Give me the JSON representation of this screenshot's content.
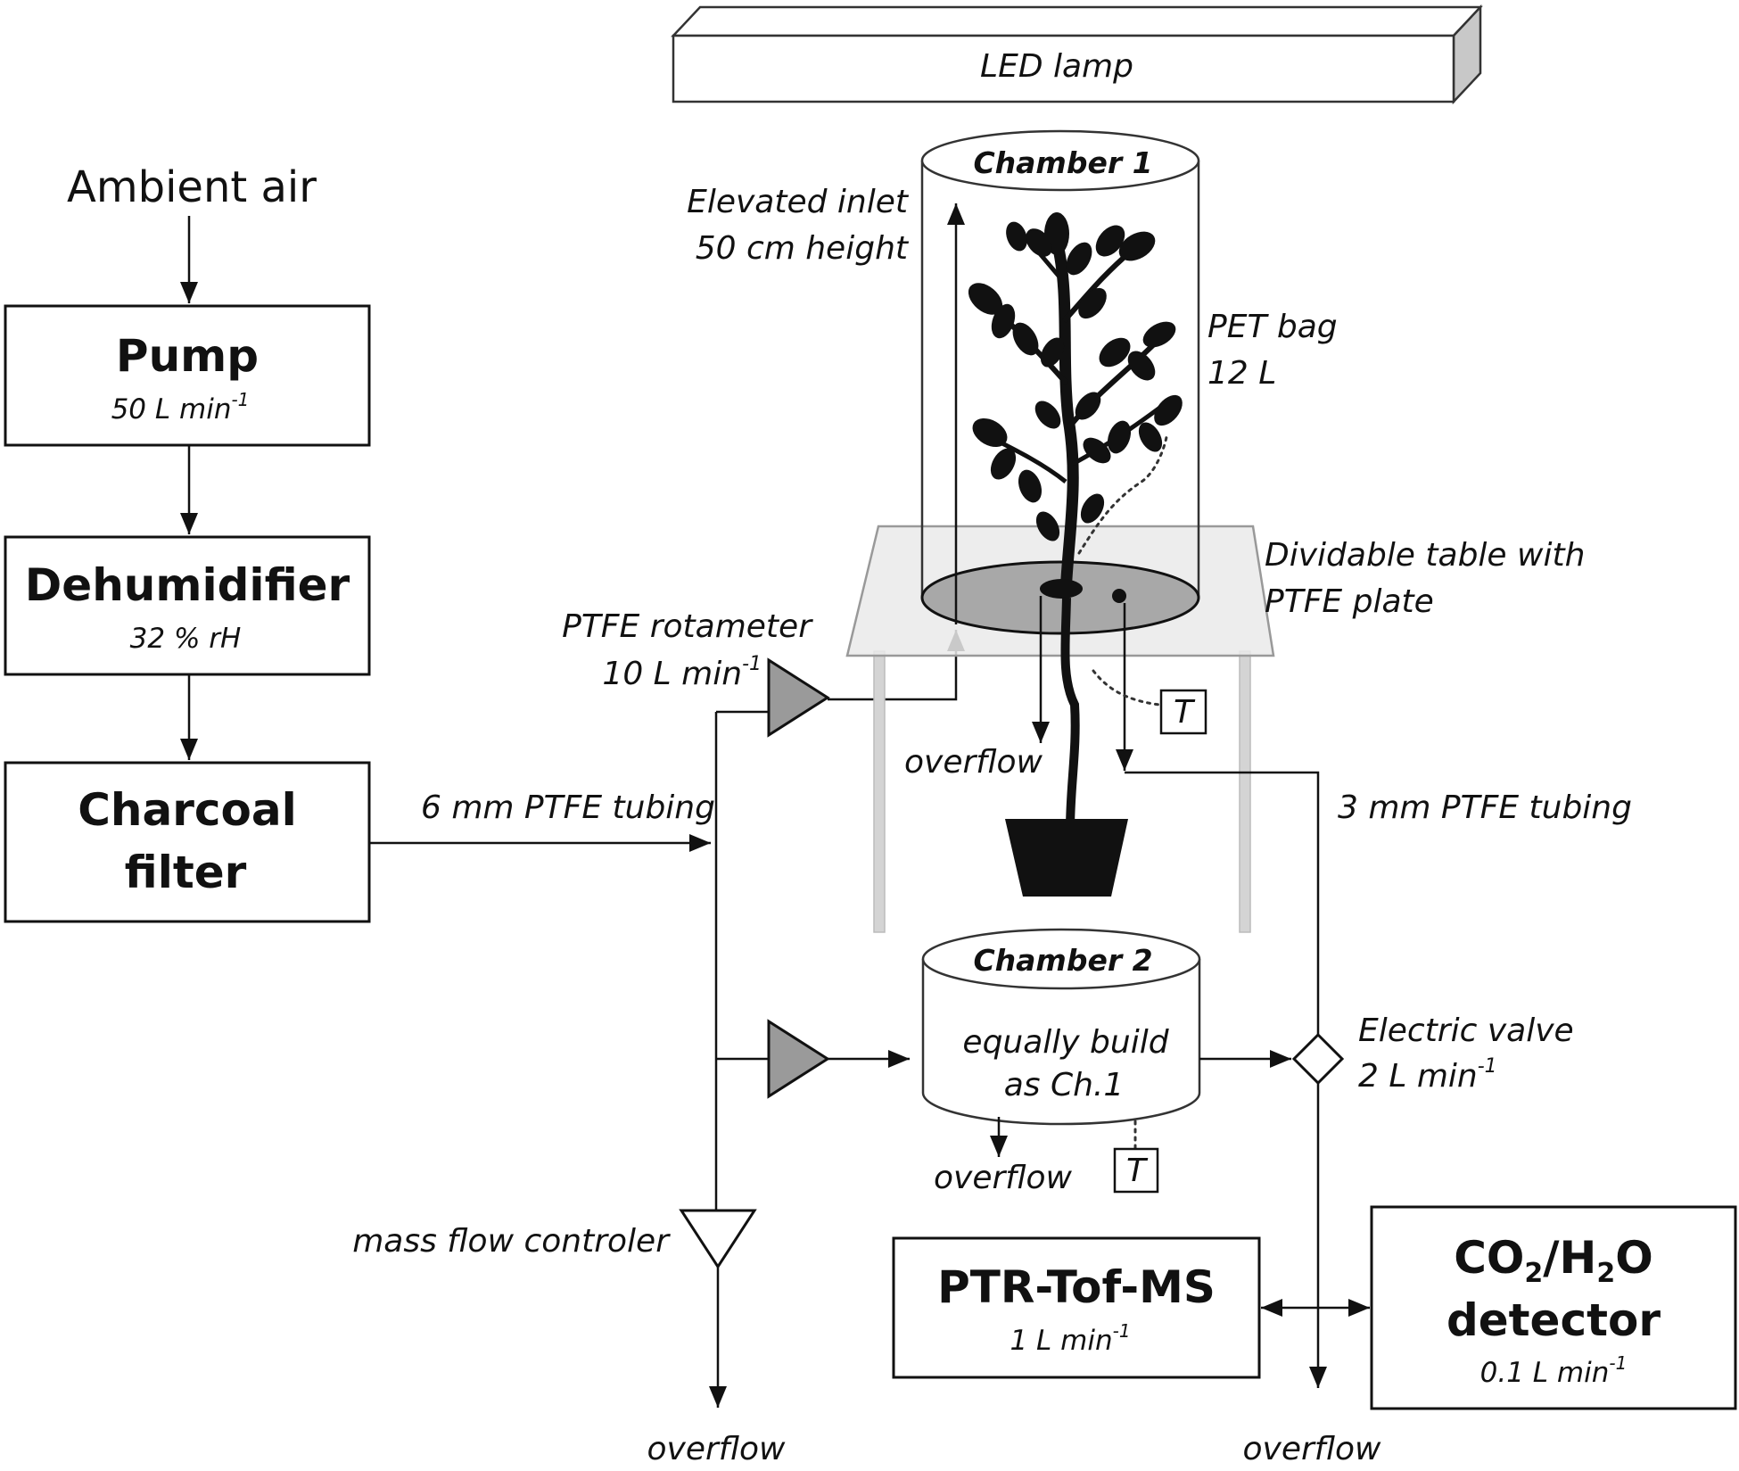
{
  "lamp": {
    "label": "LED lamp"
  },
  "source": {
    "label": "Ambient air"
  },
  "pump": {
    "title": "Pump",
    "rate": "50 L min",
    "exp": "-1"
  },
  "dehumidifier": {
    "title": "Dehumidifier",
    "rate": "32 % rH"
  },
  "charcoal": {
    "line1": "Charcoal",
    "line2": "filter"
  },
  "tubing6": {
    "label": "6 mm PTFE tubing"
  },
  "tubing3": {
    "label": "3 mm PTFE tubing"
  },
  "rotameter": {
    "line1": "PTFE rotameter",
    "line2": "10 L min",
    "exp": "-1"
  },
  "chamber1": {
    "label": "Chamber 1"
  },
  "inlet": {
    "line1": "Elevated inlet",
    "line2": "50 cm height"
  },
  "bag": {
    "line1": "PET bag",
    "line2": "12 L"
  },
  "table": {
    "line1": "Dividable table with",
    "line2": "PTFE plate"
  },
  "temp_sensor": {
    "label": "T"
  },
  "chamber2": {
    "label": "Chamber 2",
    "line1": "equally build",
    "line2": "as Ch.1"
  },
  "valve": {
    "line1": "Electric valve",
    "line2": "2 L min",
    "exp": "-1"
  },
  "mfc": {
    "label": "mass flow controler"
  },
  "ptr": {
    "title": "PTR-Tof-MS",
    "rate": "1 L min",
    "exp": "-1"
  },
  "detector": {
    "co": "CO",
    "sub2": "2",
    "slash": "/H",
    "subh": "2",
    "o": "O",
    "line2": "detector",
    "rate": "0.1 L min",
    "exp": "-1"
  },
  "overflow_label": "overflow"
}
